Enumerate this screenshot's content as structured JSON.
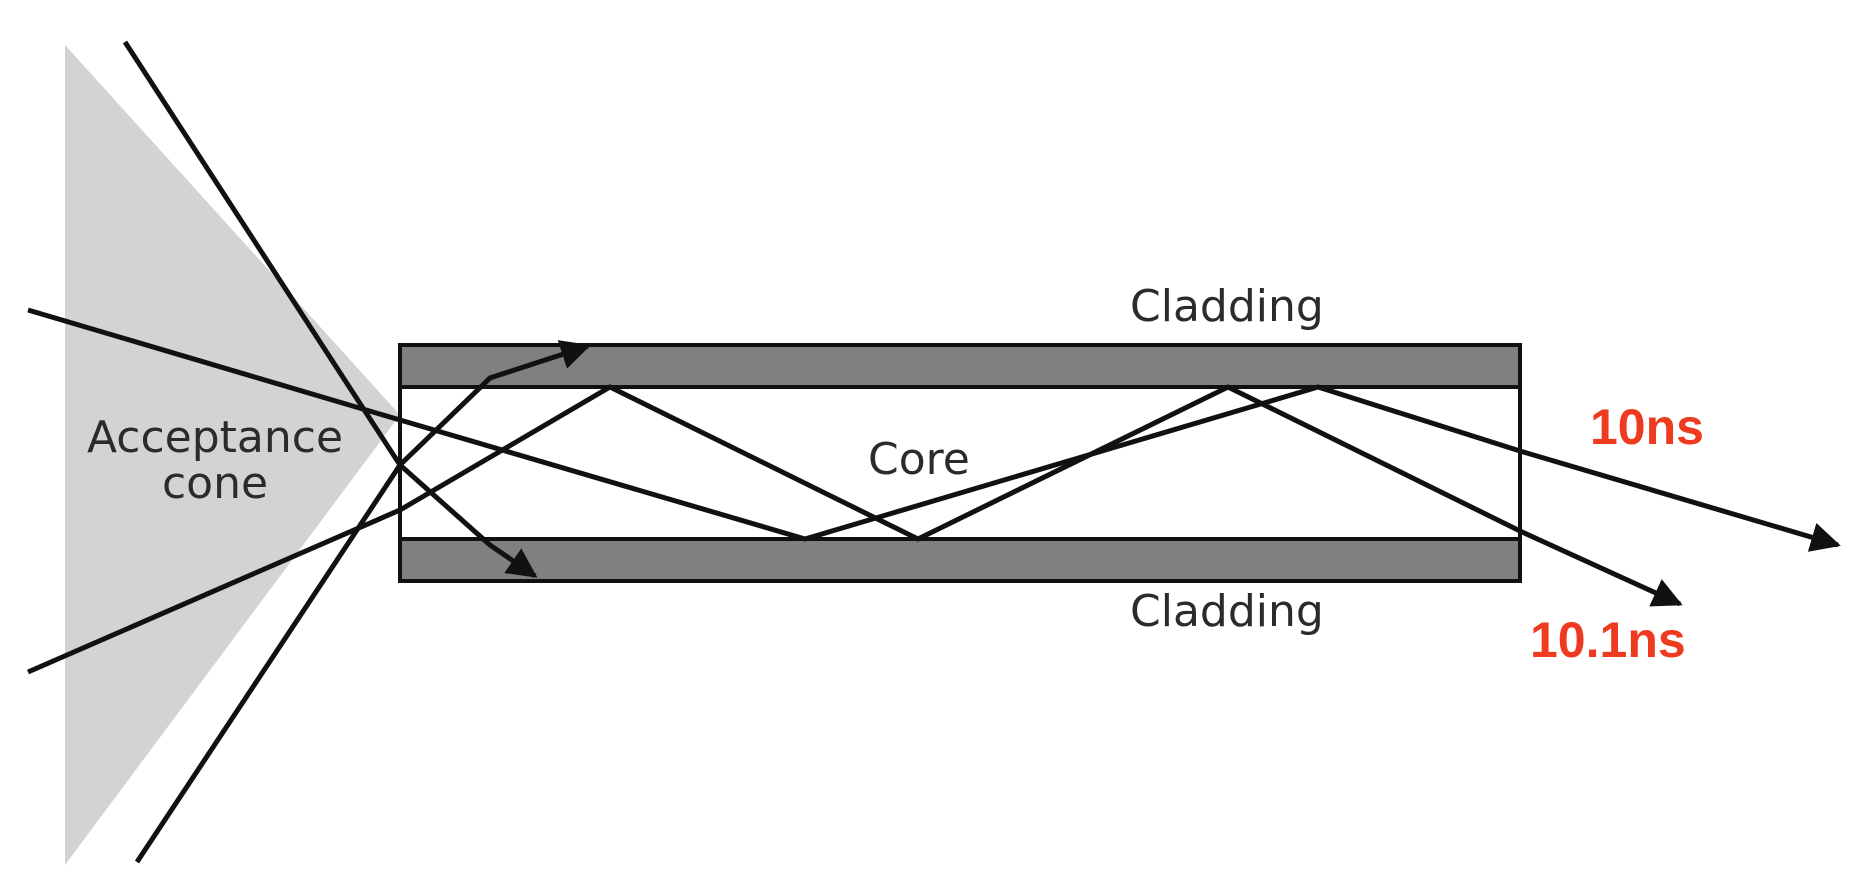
{
  "labels": {
    "cladding_top": "Cladding",
    "cladding_bottom": "Cladding",
    "core": "Core",
    "acceptance_line1": "Acceptance",
    "acceptance_line2": "cone",
    "time_fast": "10ns",
    "time_slow": "10.1ns"
  },
  "colors": {
    "cone_fill": "#d3d3d3",
    "cladding_fill": "#808080",
    "core_fill": "#ffffff",
    "ray_stroke": "#111111",
    "time_label": "#ee3a1f"
  }
}
